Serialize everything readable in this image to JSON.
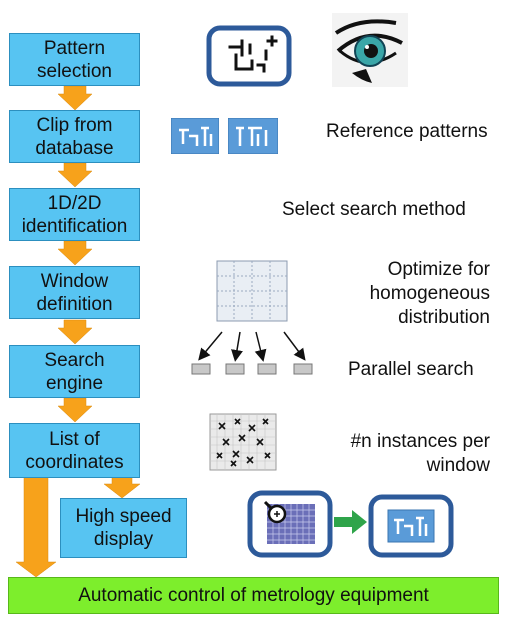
{
  "steps": [
    {
      "line1": "Pattern",
      "line2": "selection"
    },
    {
      "line1": "Clip from",
      "line2": "database"
    },
    {
      "line1": "1D/2D",
      "line2": "identification"
    },
    {
      "line1": "Window",
      "line2": "definition"
    },
    {
      "line1": "Search",
      "line2": "engine"
    },
    {
      "line1": "List of",
      "line2": "coordinates"
    }
  ],
  "high_speed": {
    "line1": "High speed",
    "line2": "display"
  },
  "bottom": "Automatic control of metrology equipment",
  "labels": {
    "reference": "Reference patterns",
    "search_method": "Select search method",
    "optimize": [
      "Optimize for",
      "homogeneous",
      "distribution"
    ],
    "parallel": "Parallel search",
    "instances": [
      "#n instances per",
      "window"
    ]
  },
  "colors": {
    "step": "#57c4f2",
    "arrow": "#f7a21b",
    "bottom": "#7dee2c",
    "frame": "#2d5a9a",
    "green_arrow": "#2fa44a"
  },
  "icons": [
    "pattern-icon",
    "eye-icon",
    "reference-pattern-icon",
    "grid-icon",
    "arrow-icon",
    "block-icon",
    "scatter-icon",
    "magnifier-icon"
  ]
}
